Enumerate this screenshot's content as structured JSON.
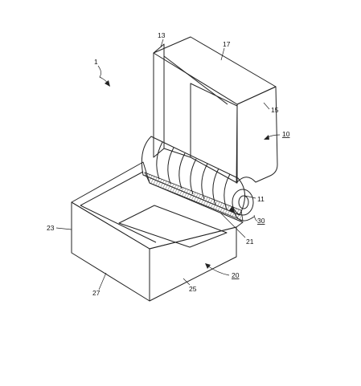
{
  "figure": {
    "labels": {
      "assembly": "1",
      "upper_body": "10",
      "hinge_pin": "11",
      "upper_edge": "13",
      "upper_front_face": "15",
      "upper_top_face": "17",
      "lower_body": "20",
      "lower_knuckles": "21",
      "lower_side_face": "23",
      "lower_front_face": "25",
      "lower_end_face": "27",
      "hinge": "30"
    }
  }
}
